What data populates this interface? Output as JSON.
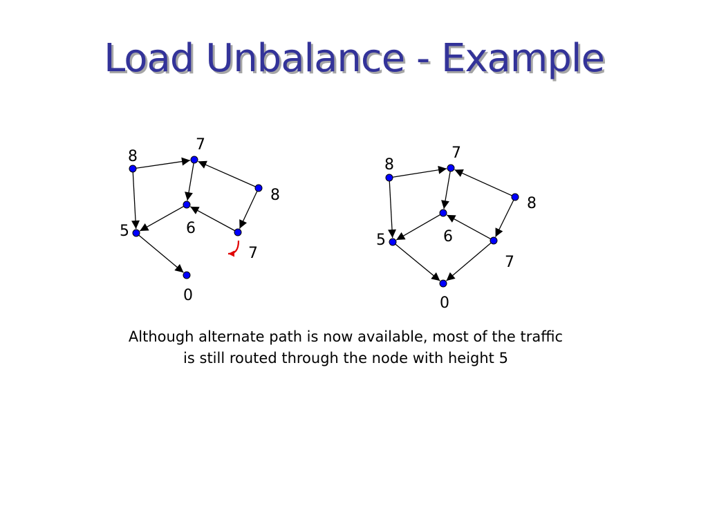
{
  "slide": {
    "title": "Load Unbalance - Example",
    "caption_line1": "Although alternate path is now available, most of the traffic",
    "caption_line2": "is still routed through the node with height 5"
  },
  "colors": {
    "title": "#333399",
    "node_fill": "#0000ff",
    "edge": "#000000",
    "highlight_arrow": "#e00000"
  },
  "left_graph": {
    "heights": {
      "a": "8",
      "b": "7",
      "c": "8",
      "d": "6",
      "e": "5",
      "f": "7",
      "g": "0"
    },
    "edges": [
      [
        "a",
        "b"
      ],
      [
        "a",
        "e"
      ],
      [
        "b",
        "d"
      ],
      [
        "c",
        "b"
      ],
      [
        "c",
        "f"
      ],
      [
        "d",
        "e"
      ],
      [
        "f",
        "d"
      ],
      [
        "e",
        "g"
      ]
    ],
    "reversal_marker_on": "f"
  },
  "right_graph": {
    "heights": {
      "a": "8",
      "b": "7",
      "c": "8",
      "d": "6",
      "e": "5",
      "f": "7",
      "g": "0"
    },
    "edges": [
      [
        "a",
        "b"
      ],
      [
        "a",
        "e"
      ],
      [
        "b",
        "d"
      ],
      [
        "c",
        "b"
      ],
      [
        "c",
        "f"
      ],
      [
        "d",
        "e"
      ],
      [
        "f",
        "d"
      ],
      [
        "e",
        "g"
      ],
      [
        "f",
        "g"
      ]
    ]
  }
}
